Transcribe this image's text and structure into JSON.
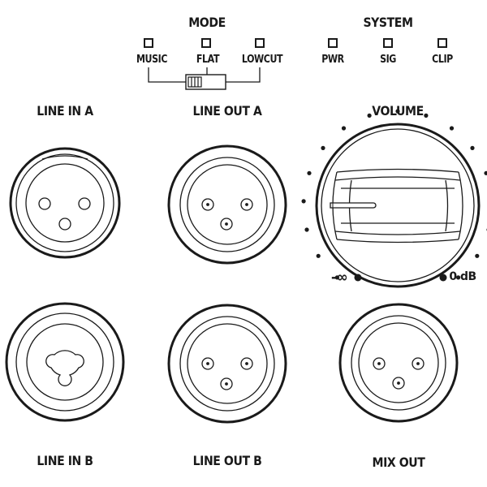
{
  "mode": {
    "title": "MODE",
    "options": [
      {
        "label": "MUSIC"
      },
      {
        "label": "FLAT"
      },
      {
        "label": "LOWCUT"
      }
    ],
    "selected": "MUSIC"
  },
  "system": {
    "title": "SYSTEM",
    "indicators": [
      {
        "label": "PWR"
      },
      {
        "label": "SIG"
      },
      {
        "label": "CLIP"
      }
    ]
  },
  "connectors": {
    "line_in_a": {
      "label": "LINE IN A",
      "type": "XLR female"
    },
    "line_out_a": {
      "label": "LINE OUT A",
      "type": "XLR male"
    },
    "line_in_b": {
      "label": "LINE IN B",
      "type": "XLR/TRS combo"
    },
    "line_out_b": {
      "label": "LINE OUT B",
      "type": "XLR male"
    },
    "mix_out": {
      "label": "MIX OUT",
      "type": "XLR male"
    }
  },
  "volume": {
    "title": "VOLUME",
    "min_label": "-∞",
    "max_label": "0 dB",
    "scale_dots": 17,
    "level_fraction": 0.0
  },
  "colors": {
    "ink": "#1a1a1a",
    "background": "#ffffff"
  }
}
